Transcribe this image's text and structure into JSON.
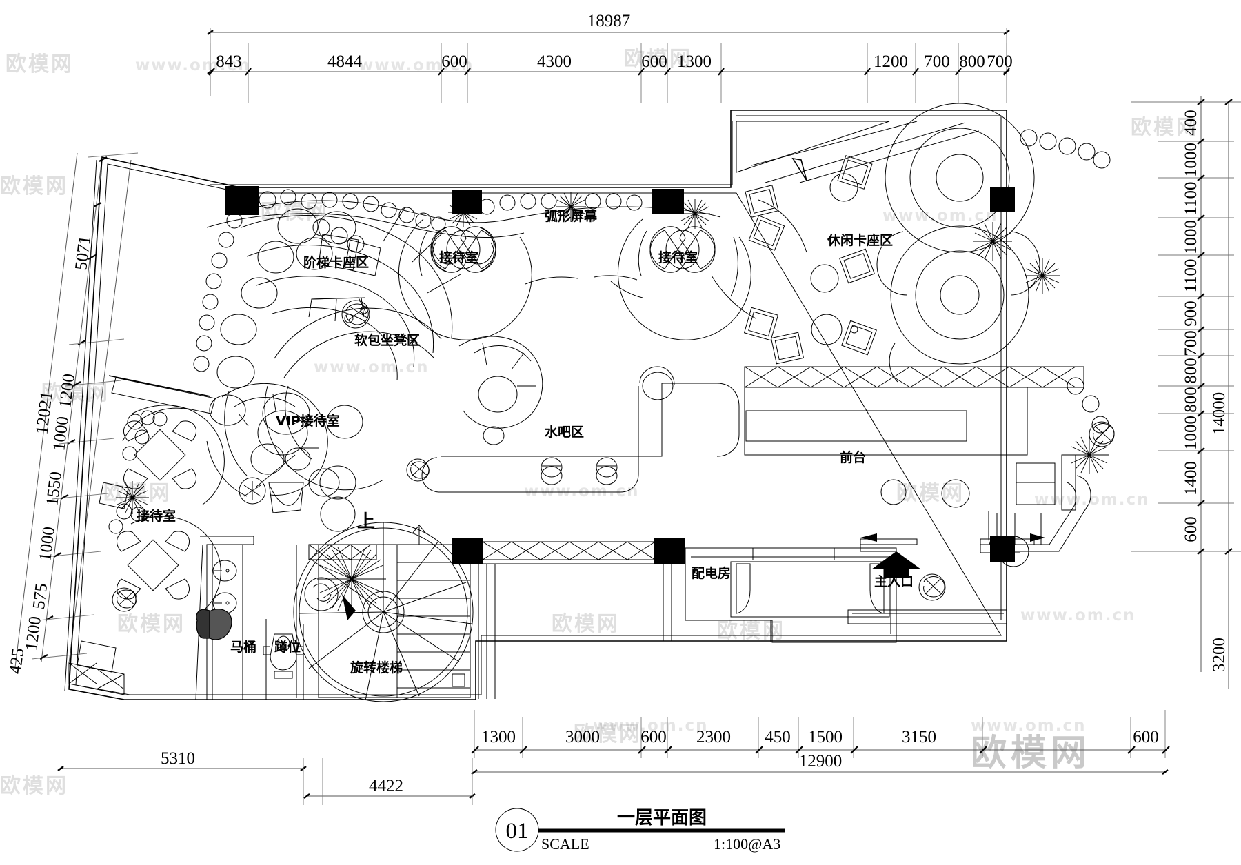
{
  "drawing": {
    "title_number": "01",
    "title": "一层平面图",
    "scale_label": "SCALE",
    "scale_value": "1:100@A3"
  },
  "dimensions": {
    "top_overall": "18987",
    "top_chain": [
      "843",
      "4844",
      "600",
      "4300",
      "600",
      "1300",
      "1200",
      "700",
      "800",
      "700"
    ],
    "right_overall": "14000",
    "right_chain": [
      "400",
      "1000",
      "1100",
      "1000",
      "1100",
      "900",
      "700",
      "800",
      "800",
      "1000",
      "1400",
      "600"
    ],
    "left_overall": "12021",
    "left_overall_2": "5071",
    "left_chain": [
      "1200",
      "1000",
      "1550",
      "1000",
      "575",
      "1200",
      "425"
    ],
    "bottom_overall": "12900",
    "bottom_chain": [
      "1300",
      "3000",
      "600",
      "2300",
      "450",
      "1500",
      "3150",
      "600"
    ],
    "bottom_left_1": "5310",
    "bottom_left_2": "4422",
    "right_lower": "3200"
  },
  "rooms": [
    {
      "id": "stepped-booth",
      "label": "阶梯卡座区"
    },
    {
      "id": "reception-1",
      "label": "接待室"
    },
    {
      "id": "curved-screen",
      "label": "弧形屏幕"
    },
    {
      "id": "reception-2",
      "label": "接待室"
    },
    {
      "id": "lounge-booth",
      "label": "休闲卡座区"
    },
    {
      "id": "soft-bench",
      "label": "软包坐凳区"
    },
    {
      "id": "vip-reception",
      "label": "VIP接待室"
    },
    {
      "id": "water-bar",
      "label": "水吧区"
    },
    {
      "id": "front-desk",
      "label": "前台"
    },
    {
      "id": "reception-3",
      "label": "接待室"
    },
    {
      "id": "power-room",
      "label": "配电房"
    },
    {
      "id": "main-entrance",
      "label": "主入口"
    },
    {
      "id": "toilet",
      "label": "马桶"
    },
    {
      "id": "squat",
      "label": "蹲位"
    },
    {
      "id": "spiral-stair",
      "label": "旋转楼梯"
    },
    {
      "id": "stair-up",
      "label": "上"
    }
  ],
  "watermarks": {
    "url": "www.om.cn",
    "cn_small": "欧模网",
    "cn_big": "欧模网"
  },
  "colors": {
    "line": "#000000",
    "dimension": "#555555",
    "watermark": "#969696"
  }
}
